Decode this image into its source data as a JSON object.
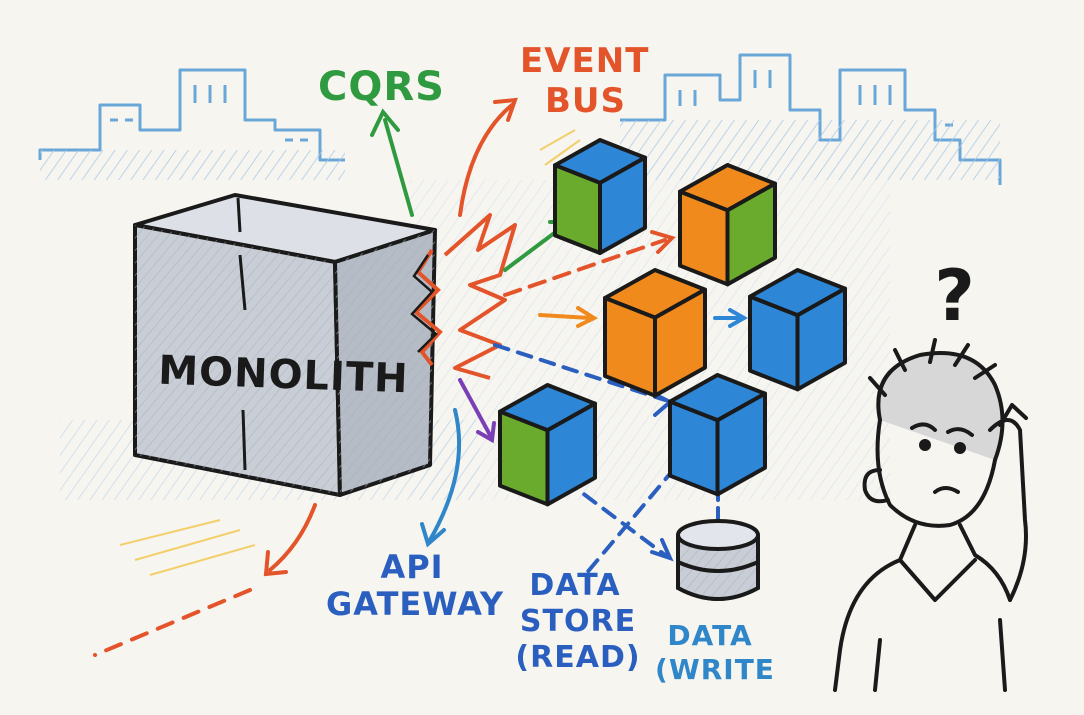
{
  "labels": {
    "monolith": "MONOLITH",
    "cqrs": "CQRS",
    "event_bus_line1": "EVENT",
    "event_bus_line2": "BUS",
    "api_gateway_line1": "API",
    "api_gateway_line2": "GATEWAY",
    "data_store_line1": "DATA",
    "data_store_line2": "STORE",
    "data_store_line3": "(READ)",
    "data_write_line1": "DATA",
    "data_write_line2": "(WRITE",
    "question_mark": "?"
  },
  "colors": {
    "background": "#f7f5f0",
    "ink": "#1a1a1a",
    "skyline": "#6aa7d8",
    "cqrs": "#2f9a3f",
    "event_bus": "#e4542a",
    "api_gateway": "#2a5fbf",
    "data_store": "#2a5fbf",
    "data_write": "#2f86c9",
    "cube_blue": "#2e86d6",
    "cube_green": "#6aab2e",
    "cube_orange": "#f08a1c",
    "monolith": "#c9ced6"
  },
  "cubes": [
    {
      "name": "service-cube-1",
      "left": "green",
      "right": "blue",
      "top": "blue"
    },
    {
      "name": "service-cube-2",
      "left": "orange",
      "right": "green",
      "top": "orange"
    },
    {
      "name": "service-cube-3",
      "left": "orange",
      "right": "orange",
      "top": "orange"
    },
    {
      "name": "service-cube-4",
      "left": "blue",
      "right": "blue",
      "top": "blue"
    },
    {
      "name": "service-cube-5",
      "left": "green",
      "right": "blue",
      "top": "blue"
    },
    {
      "name": "service-cube-6",
      "left": "blue",
      "right": "blue",
      "top": "blue"
    }
  ]
}
